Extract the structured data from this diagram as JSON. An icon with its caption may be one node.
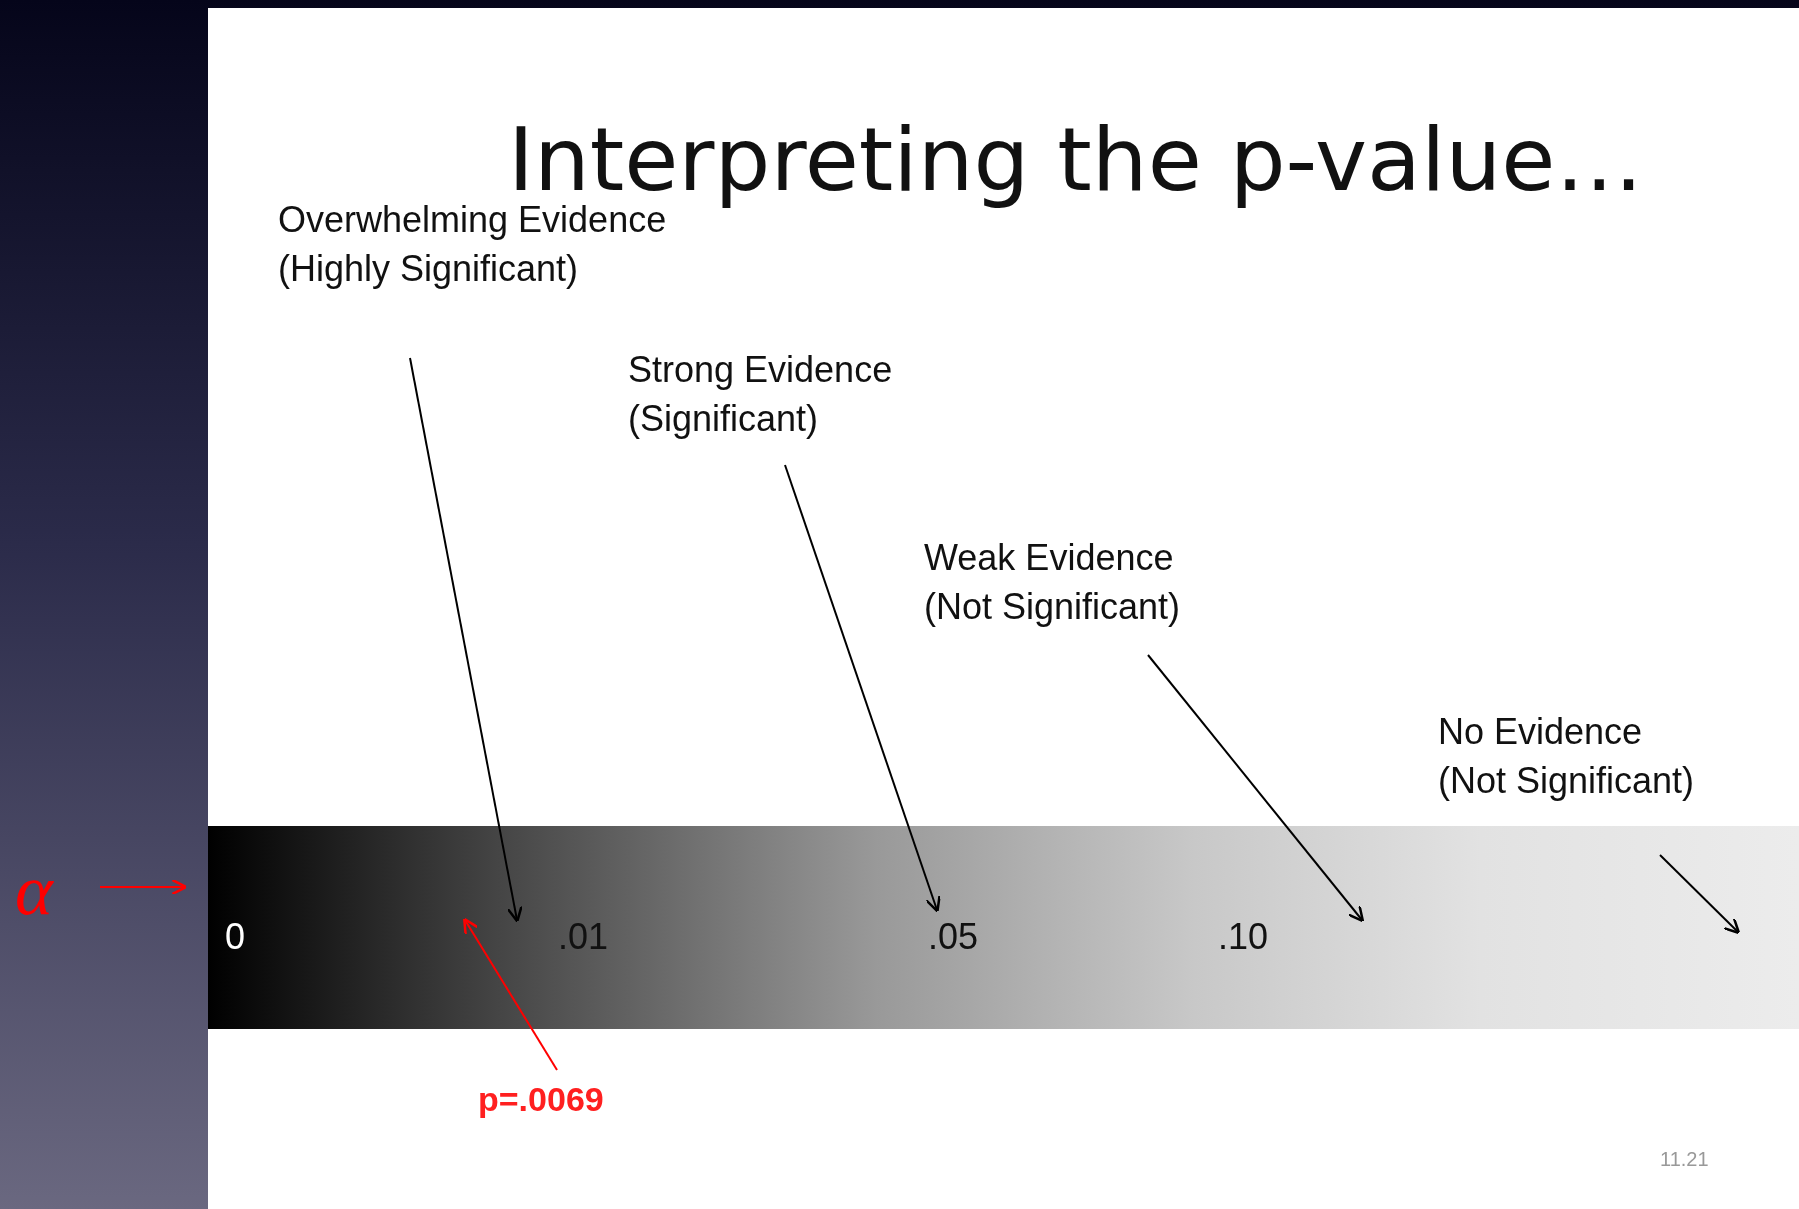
{
  "diagram": {
    "title": "Interpreting the p-value…",
    "nodes": [
      {
        "text": [
          "Overwhelming Evidence (Highly Significant)"
        ]
      },
      {
        "text": [
          "Strong Evidence (Significant)"
        ]
      },
      {
        "text": [
          "Weak Evidence (Not Significant)"
        ]
      },
      {
        "text": [
          "No Evidence (Not Significant)"
        ]
      },
      {
        "text": [
          "α"
        ]
      },
      {
        "text": [
          "0",
          ".01",
          ".05",
          ".10"
        ]
      },
      {
        "text": [
          "p=.0069"
        ]
      }
    ],
    "edges": [
      {
        "from": 0,
        "to": 5,
        "arrow": "to"
      },
      {
        "from": 1,
        "to": 5,
        "arrow": "to"
      },
      {
        "from": 2,
        "to": 5,
        "arrow": "to"
      },
      {
        "from": null,
        "to": 5,
        "arrow": "to"
      },
      {
        "from": 4,
        "to": 5,
        "arrow": "to",
        "color": "#ff0000"
      },
      {
        "from": 6,
        "to": 5,
        "arrow": "to",
        "color": "#ff0000"
      }
    ],
    "labels": [
      "11.21"
    ]
  }
}
